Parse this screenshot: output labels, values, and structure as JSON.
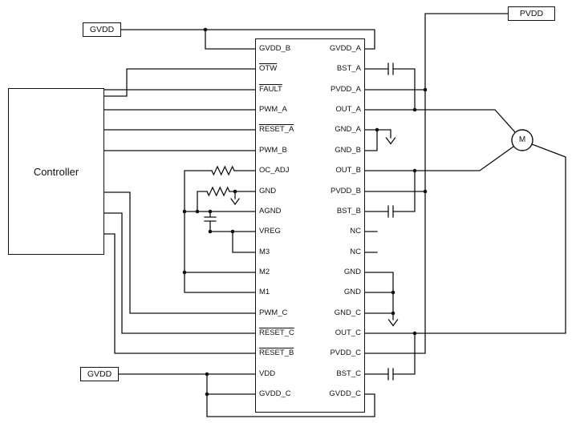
{
  "diagram": {
    "controller_label": "Controller",
    "supply_labels": {
      "gvdd_top": "GVDD",
      "pvdd": "PVDD",
      "gvdd_bottom": "GVDD"
    },
    "motor_label": "M",
    "colors": {
      "wire": "#111111",
      "text": "#111111",
      "background": "#ffffff"
    },
    "ic": {
      "left_pins": [
        {
          "label": "GVDD_B",
          "overline": false
        },
        {
          "label": "OTW",
          "overline": true
        },
        {
          "label": "FAULT",
          "overline": true
        },
        {
          "label": "PWM_A",
          "overline": false
        },
        {
          "label": "RESET_A",
          "overline": true
        },
        {
          "label": "PWM_B",
          "overline": false
        },
        {
          "label": "OC_ADJ",
          "overline": false
        },
        {
          "label": "GND",
          "overline": false
        },
        {
          "label": "AGND",
          "overline": false
        },
        {
          "label": "VREG",
          "overline": false
        },
        {
          "label": "M3",
          "overline": false
        },
        {
          "label": "M2",
          "overline": false
        },
        {
          "label": "M1",
          "overline": false
        },
        {
          "label": "PWM_C",
          "overline": false
        },
        {
          "label": "RESET_C",
          "overline": true
        },
        {
          "label": "RESET_B",
          "overline": true
        },
        {
          "label": "VDD",
          "overline": false
        },
        {
          "label": "GVDD_C",
          "overline": false
        }
      ],
      "right_pins": [
        {
          "label": "GVDD_A"
        },
        {
          "label": "BST_A"
        },
        {
          "label": "PVDD_A"
        },
        {
          "label": "OUT_A"
        },
        {
          "label": "GND_A"
        },
        {
          "label": "GND_B"
        },
        {
          "label": "OUT_B"
        },
        {
          "label": "PVDD_B"
        },
        {
          "label": "BST_B"
        },
        {
          "label": "NC"
        },
        {
          "label": "NC"
        },
        {
          "label": "GND"
        },
        {
          "label": "GND"
        },
        {
          "label": "GND_C"
        },
        {
          "label": "OUT_C"
        },
        {
          "label": "PVDD_C"
        },
        {
          "label": "BST_C"
        },
        {
          "label": "GVDD_C"
        }
      ]
    }
  }
}
